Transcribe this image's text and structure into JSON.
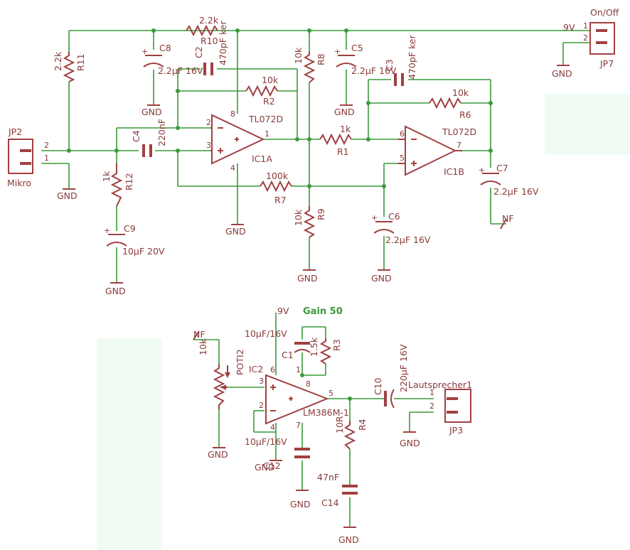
{
  "colors": {
    "wire": "#3a9a3a",
    "part": "#a04040",
    "text": "#8a3a3a",
    "pane": "#f0fbf4",
    "background": "#ffffff"
  },
  "labels": {
    "onoff": "On/Off",
    "jp7": "JP7",
    "jp2": "JP2",
    "mikro": "Mikro",
    "jp3": "JP3",
    "lautsprecher": "Lautsprecher1",
    "gain": "Gain 50",
    "v9_top": "9V",
    "v9_mid": "9V",
    "nf_out": "NF",
    "nf_in": "NF",
    "plus": "+",
    "minus": "−"
  },
  "pins": {
    "p1": "1",
    "p2": "2",
    "p3": "3",
    "p4": "4",
    "p5": "5",
    "p6": "6",
    "p7": "7",
    "p8": "8"
  },
  "gnd": "GND",
  "parts": {
    "r10": {
      "name": "R10",
      "value": "2.2k"
    },
    "r11": {
      "name": "R11",
      "value": "2.2k"
    },
    "c8": {
      "name": "C8",
      "value": "2.2µF 16V"
    },
    "c2": {
      "name": "C2",
      "value": "470pF ker"
    },
    "r8": {
      "name": "R8",
      "value": "10k"
    },
    "c5": {
      "name": "C5",
      "value": "2.2µF 16V"
    },
    "c3": {
      "name": "C3",
      "value": "470pF ker"
    },
    "r2": {
      "name": "R2",
      "value": "10k"
    },
    "r6": {
      "name": "R6",
      "value": "10k"
    },
    "ic1a": {
      "name": "IC1A",
      "value": "TL072D"
    },
    "ic1b": {
      "name": "IC1B",
      "value": "TL072D"
    },
    "r1": {
      "name": "R1",
      "value": "1k"
    },
    "c4": {
      "name": "C4",
      "value": "220nF"
    },
    "r12": {
      "name": "R12",
      "value": "1k"
    },
    "c9": {
      "name": "C9",
      "value": "10µF 20V"
    },
    "r7": {
      "name": "R7",
      "value": "100k"
    },
    "r9": {
      "name": "R9",
      "value": "10k"
    },
    "c6": {
      "name": "C6",
      "value": "2.2µF 16V"
    },
    "c7": {
      "name": "C7",
      "value": "2.2µF 16V"
    },
    "poti2": {
      "name": "POTI2",
      "value": "10k"
    },
    "ic2": {
      "name": "IC2",
      "value": "LM386M-1"
    },
    "c1": {
      "name": "C1",
      "value": "10µF/16V"
    },
    "r3": {
      "name": "R3",
      "value": "1.5k"
    },
    "c12": {
      "name": "C12",
      "value": "10µF/16V"
    },
    "r4": {
      "name": "R4",
      "value": "10R"
    },
    "c14": {
      "name": "C14",
      "value": "47nF"
    },
    "c10": {
      "name": "C10",
      "value": "220µF 16V"
    }
  }
}
